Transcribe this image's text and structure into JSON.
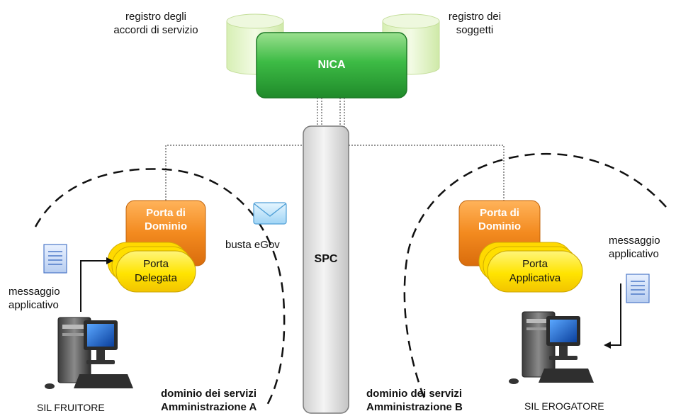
{
  "diagram": {
    "registry_left": {
      "line1": "registro degli",
      "line2": "accordi di servizio"
    },
    "registry_right": {
      "line1": "registro dei",
      "line2": "soggetti"
    },
    "center_node": "NICA",
    "backbone": "SPC",
    "envelope_label": "busta eGov",
    "domain_a": {
      "porta_dominio": {
        "line1": "Porta di",
        "line2": "Dominio"
      },
      "porta": {
        "line1": "Porta",
        "line2": "Delegata"
      },
      "message": {
        "line1": "messaggio",
        "line2": "applicativo"
      },
      "system": "SIL FRUITORE",
      "caption": {
        "line1": "dominio dei servizi",
        "line2": "Amministrazione A"
      }
    },
    "domain_b": {
      "porta_dominio": {
        "line1": "Porta di",
        "line2": "Dominio"
      },
      "porta": {
        "line1": "Porta",
        "line2": "Applicativa"
      },
      "message": {
        "line1": "messaggio",
        "line2": "applicativo"
      },
      "system": "SIL EROGATORE",
      "caption": {
        "line1": "dominio dei servizi",
        "line2": "Amministrazione B"
      }
    },
    "colors": {
      "cylinder": "#e6f5cc",
      "nica": "#2fae3c",
      "porta_dominio": "#f08a20",
      "porta": "#ffe400",
      "spc": "#e2e2e2"
    },
    "icons": [
      "database-icon",
      "envelope-icon",
      "document-icon",
      "computer-icon"
    ]
  }
}
